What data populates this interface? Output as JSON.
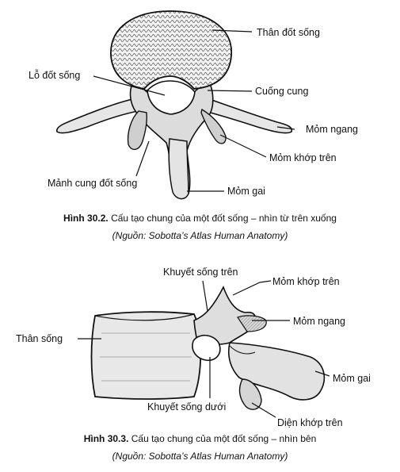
{
  "figure1": {
    "labels": {
      "than_dot_song": "Thân đốt sống",
      "lo_dot_song": "Lỗ đốt sống",
      "cuong_cung": "Cuống cung",
      "mom_ngang": "Mỏm ngang",
      "mom_khop_tren": "Mỏm khớp trên",
      "manh_cung": "Mảnh cung đốt sống",
      "mom_gai": "Mỏm gai"
    },
    "caption_number": "Hình 30.2.",
    "caption_text": "Cấu tạo chung của một đốt sống – nhìn từ trên xuống",
    "source": "(Nguồn: Sobotta’s Atlas Human Anatomy)"
  },
  "figure2": {
    "labels": {
      "khuyet_song_tren": "Khuyết sống trên",
      "mom_khop_tren": "Mỏm khớp trên",
      "mom_ngang": "Mỏm ngang",
      "than_song": "Thân sống",
      "mom_gai": "Mỏm gai",
      "khuyet_song_duoi": "Khuyết sống dưới",
      "dien_khop_tren": "Diện khớp trên"
    },
    "caption_number": "Hình 30.3.",
    "caption_text": "Cấu tạo chung của một đốt sống – nhìn bên",
    "source": "(Nguồn: Sobotta’s Atlas Human Anatomy)"
  }
}
